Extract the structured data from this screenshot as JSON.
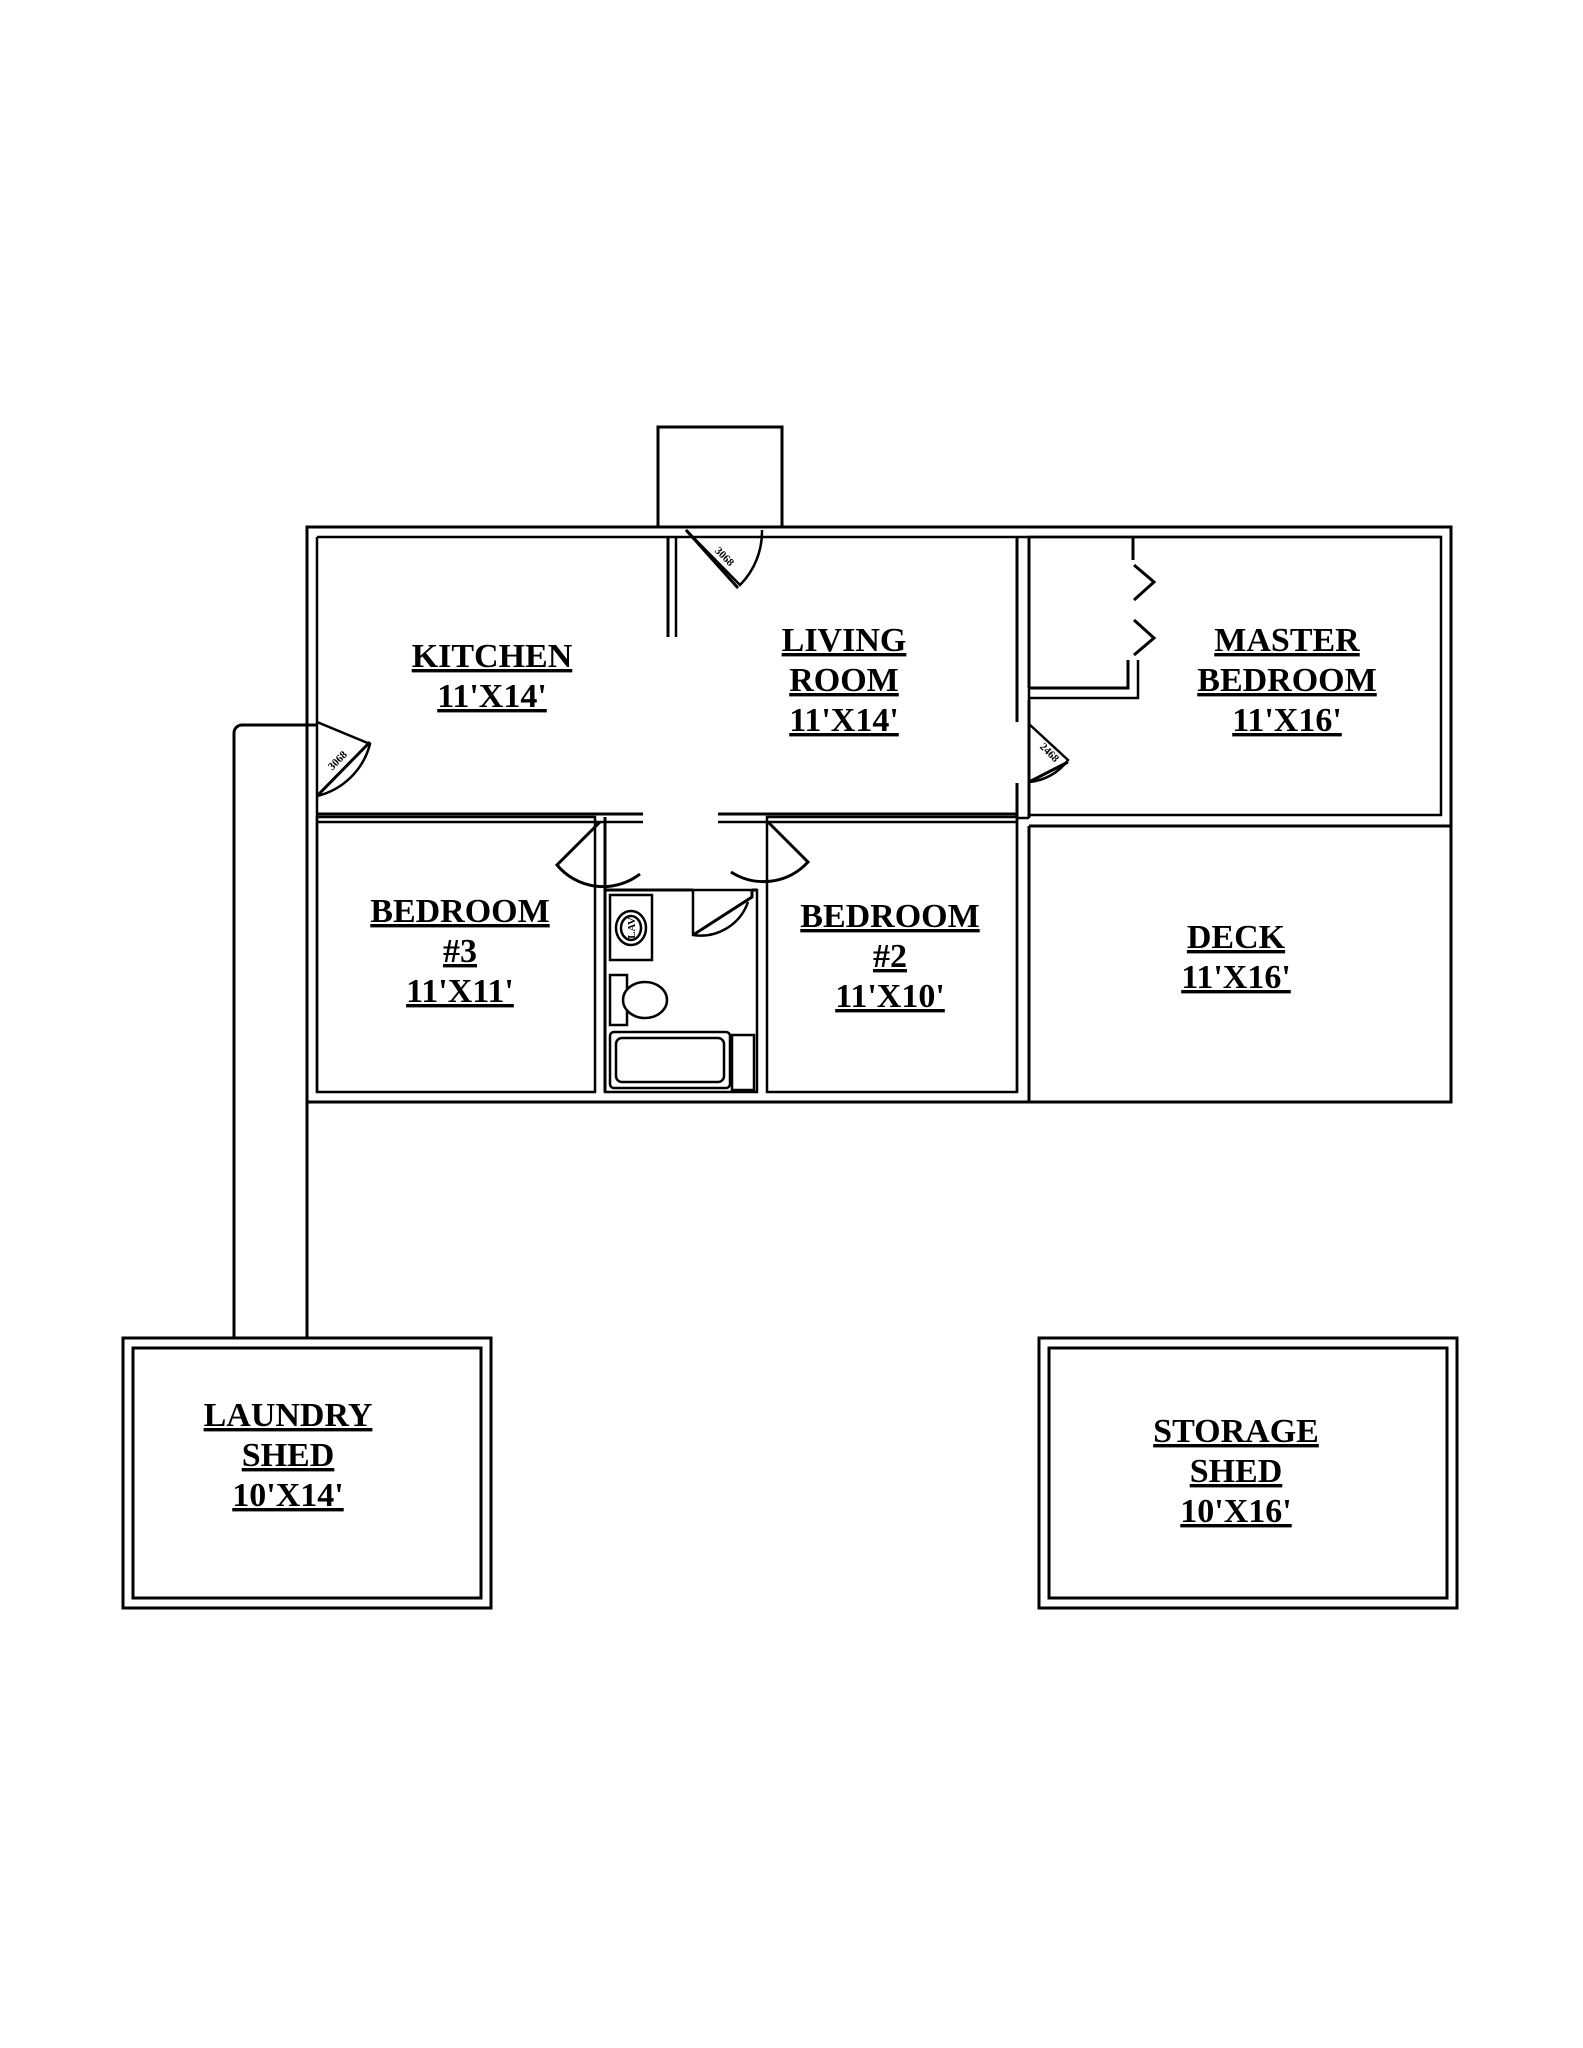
{
  "rooms": {
    "kitchen": {
      "lines": [
        "KITCHEN",
        "11'X14'"
      ]
    },
    "living_room": {
      "lines": [
        "LIVING",
        "ROOM",
        "11'X14'"
      ]
    },
    "master_bedroom": {
      "lines": [
        "MASTER",
        "BEDROOM",
        "11'X16'"
      ]
    },
    "bedroom_3": {
      "lines": [
        "BEDROOM",
        "#3",
        "11'X11'"
      ]
    },
    "bedroom_2": {
      "lines": [
        "BEDROOM",
        "#2",
        "11'X10'"
      ]
    },
    "deck": {
      "lines": [
        "DECK",
        "11'X16'"
      ]
    },
    "laundry_shed": {
      "lines": [
        "LAUNDRY",
        "SHED",
        "10'X14'"
      ]
    },
    "storage_shed": {
      "lines": [
        "STORAGE",
        "SHED",
        "10'X16'"
      ]
    }
  },
  "door_tags": {
    "entry": "3068",
    "side": "3068",
    "master": "2468"
  },
  "fixture_tags": {
    "lavatory": "LAV"
  }
}
